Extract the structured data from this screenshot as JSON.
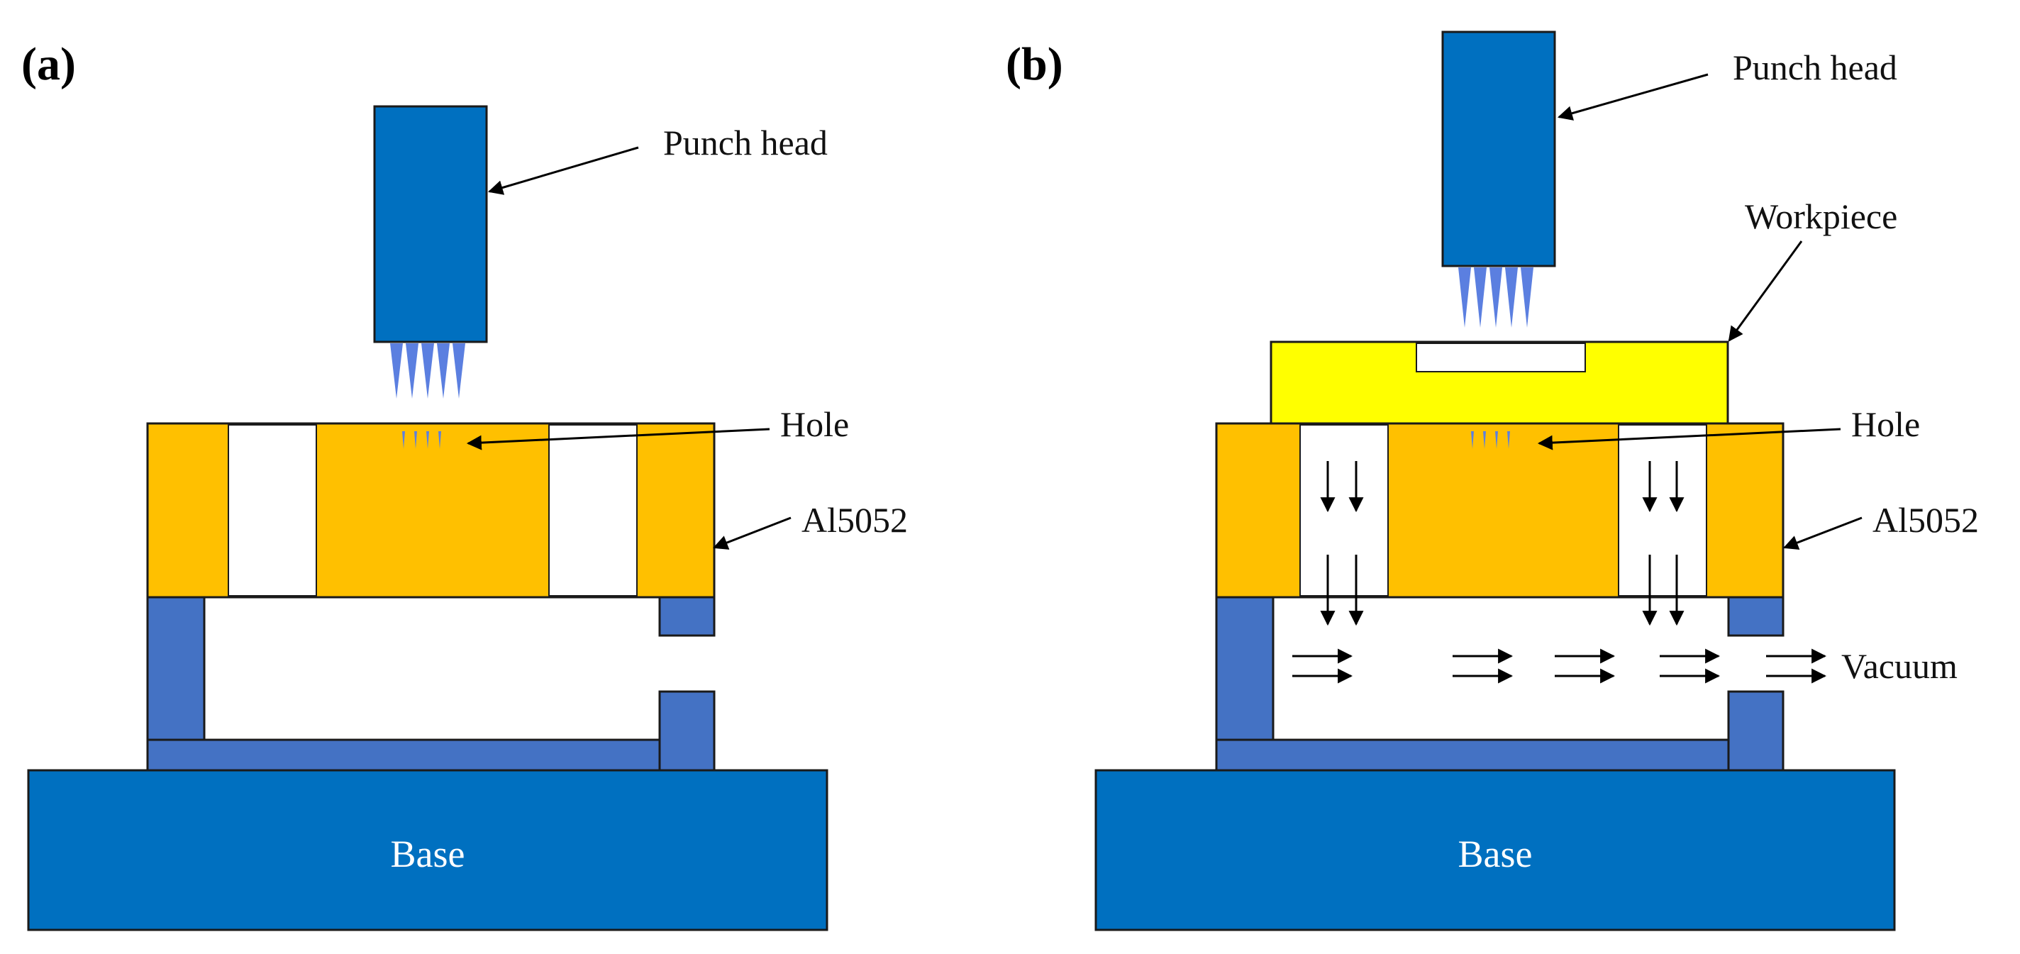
{
  "colors": {
    "punch_head": "#0070C0",
    "needles": "#5B7FE0",
    "al5052": "#FFC000",
    "workpiece": "#FFFF00",
    "fixture": "#4472C4",
    "base": "#0070C0",
    "outline": "#1a1a1a"
  },
  "panels": [
    {
      "letter_open": "(",
      "letter": "a",
      "letter_close": ")",
      "labels": {
        "punch_head": "Punch head",
        "hole": "Hole",
        "al5052": "Al5052",
        "base": "Base"
      }
    },
    {
      "letter_open": "(",
      "letter": "b",
      "letter_close": ")",
      "labels": {
        "punch_head": "Punch head",
        "workpiece": "Workpiece",
        "hole": "Hole",
        "al5052": "Al5052",
        "vacuum": "Vacuum",
        "base": "Base"
      }
    }
  ]
}
